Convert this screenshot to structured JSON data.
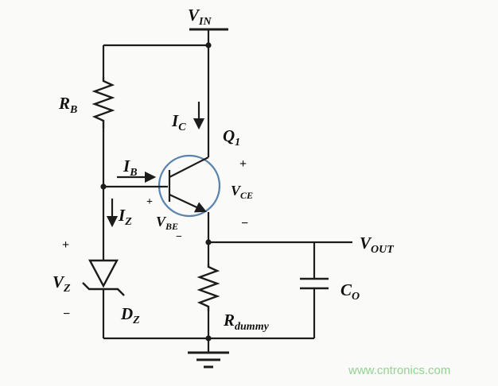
{
  "colors": {
    "background": "#fafaf8",
    "wire": "#1c1c1c",
    "transistor_circle": "#5b84ad",
    "watermark": "#93d391"
  },
  "labels": {
    "vin": {
      "main": "V",
      "sub": "IN"
    },
    "rb": {
      "main": "R",
      "sub": "B"
    },
    "ic": {
      "main": "I",
      "sub": "C"
    },
    "ib": {
      "main": "I",
      "sub": "B"
    },
    "iz": {
      "main": "I",
      "sub": "Z"
    },
    "q1": {
      "main": "Q",
      "sub": "1"
    },
    "vce": {
      "main": "V",
      "sub": "CE"
    },
    "vbe": {
      "main": "V",
      "sub": "BE"
    },
    "vz": {
      "main": "V",
      "sub": "Z"
    },
    "dz": {
      "main": "D",
      "sub": "Z"
    },
    "rdummy": {
      "main": "R",
      "sub": "dummy"
    },
    "vout": {
      "main": "V",
      "sub": "OUT"
    },
    "co": {
      "main": "C",
      "sub": "O"
    }
  },
  "signs": {
    "plus": "+",
    "minus": "−"
  },
  "watermark": "www.cntronics.com"
}
